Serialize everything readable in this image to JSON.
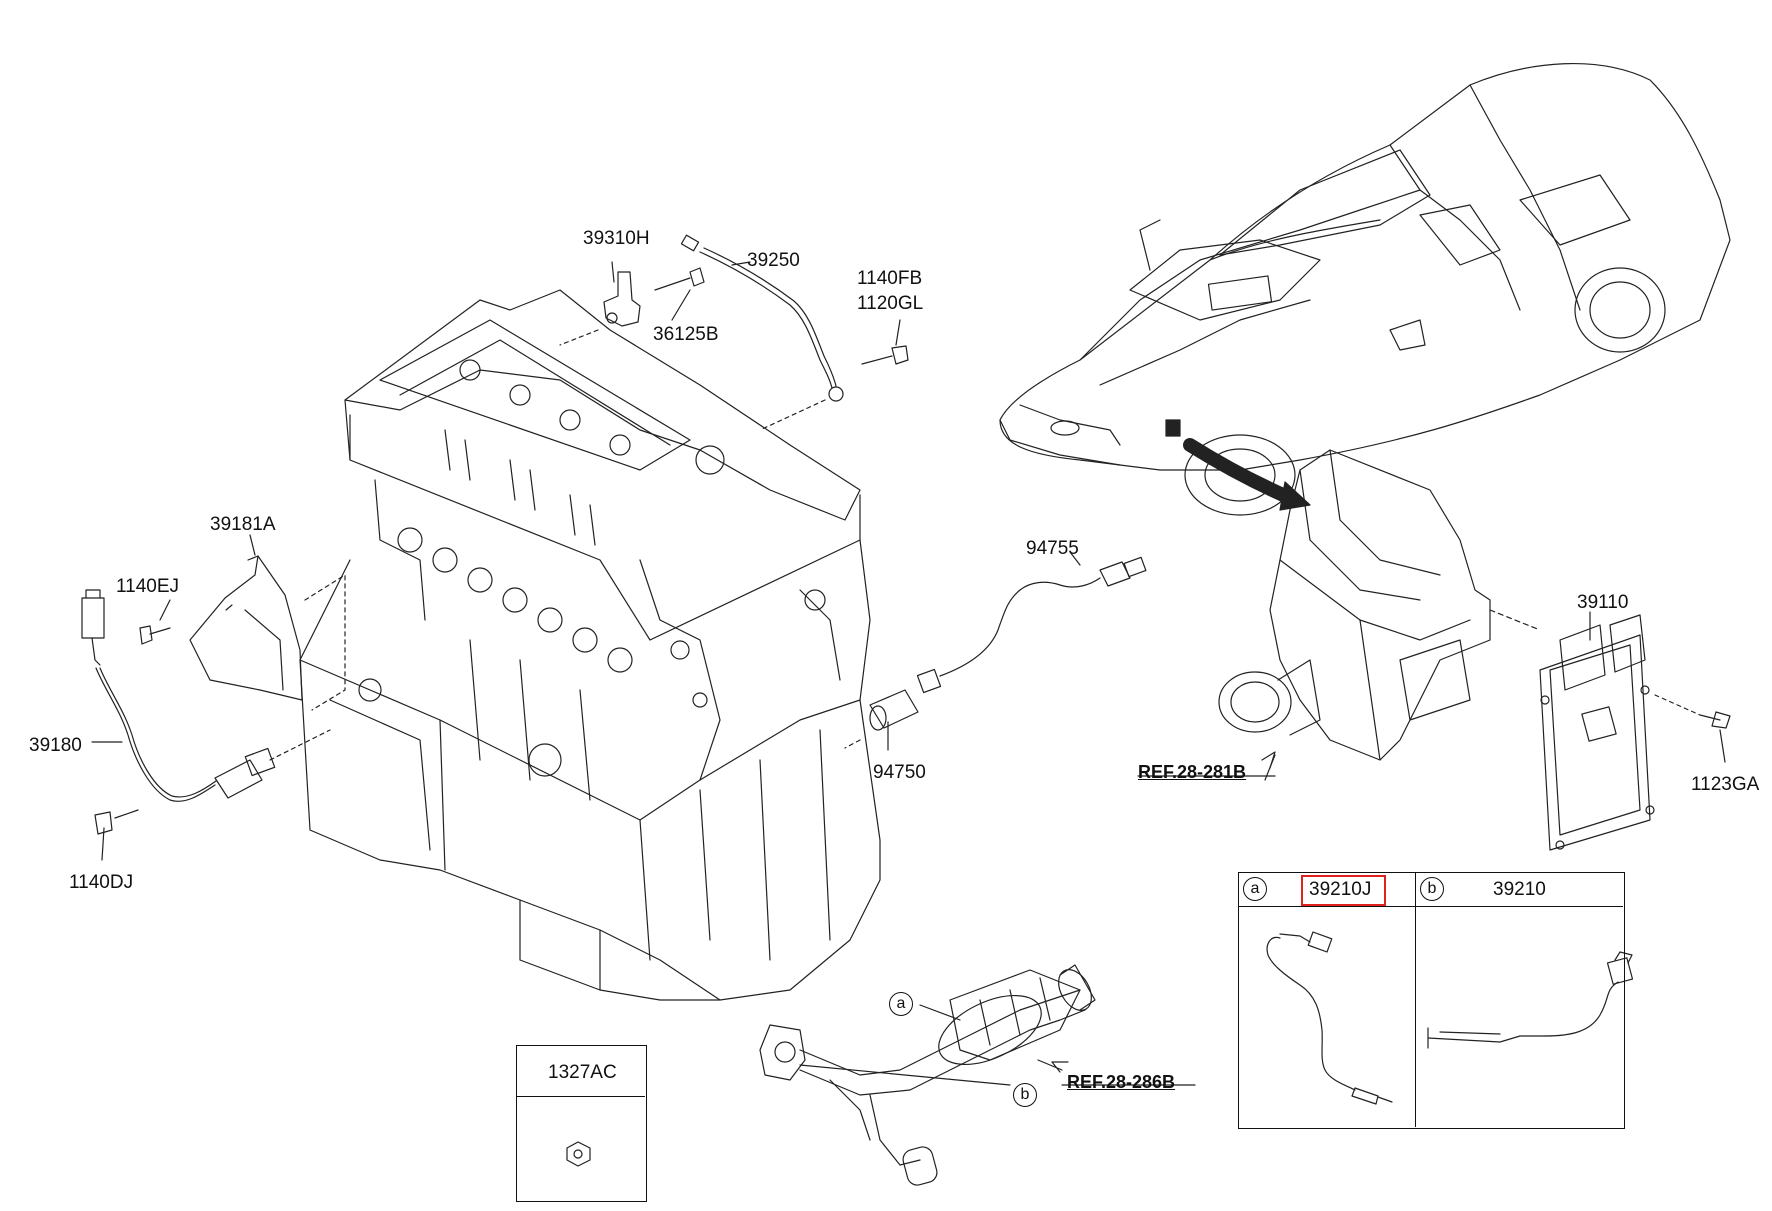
{
  "parts": {
    "p39310H": "39310H",
    "p39250": "39250",
    "p36125B": "36125B",
    "p1140FB": "1140FB",
    "p1120GL": "1120GL",
    "p39181A": "39181A",
    "p1140EJ": "1140EJ",
    "p39180": "39180",
    "p1140DJ": "1140DJ",
    "p94755": "94755",
    "p94750": "94750",
    "p39110": "39110",
    "p1123GA": "1123GA",
    "ref_airfilter": "REF.28-281B",
    "ref_exhaust": "REF.28-286B",
    "p1327AC": "1327AC"
  },
  "callouts": {
    "a": "a",
    "b": "b"
  },
  "sensor_table": {
    "col_a_marker": "a",
    "col_a_part": "39210J",
    "col_b_marker": "b",
    "col_b_part": "39210"
  },
  "highlight_color": "#e0221e"
}
